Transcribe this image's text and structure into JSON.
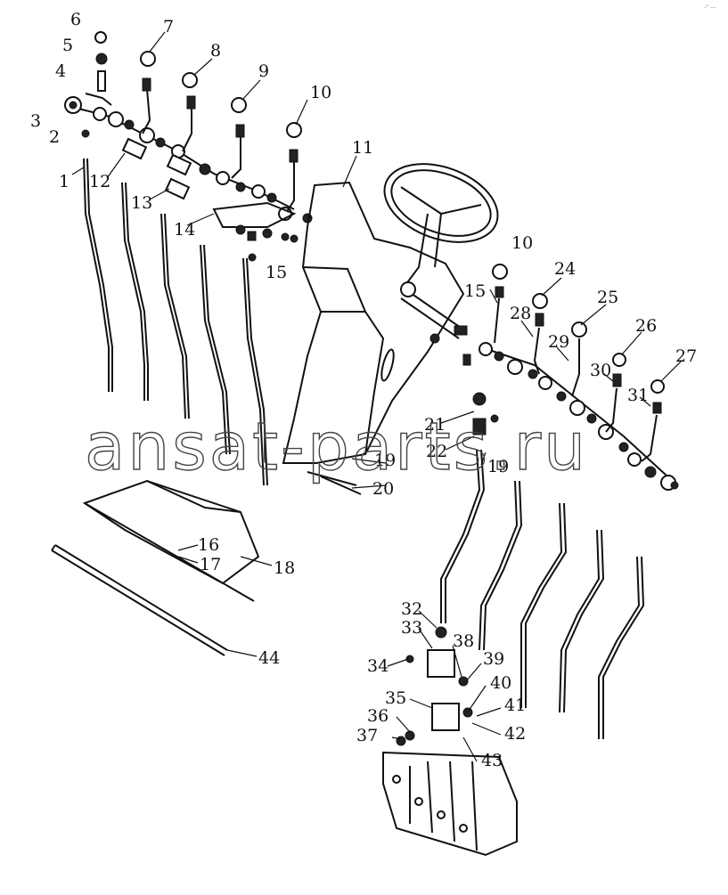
{
  "watermark": "ansat-parts.ru",
  "corner_mark": "-° ---",
  "callouts": [
    "1",
    "2",
    "3",
    "4",
    "5",
    "6",
    "7",
    "8",
    "9",
    "10",
    "11",
    "12",
    "13",
    "14",
    "15",
    "16",
    "17",
    "18",
    "19",
    "20",
    "21",
    "22",
    "24",
    "25",
    "26",
    "27",
    "28",
    "29",
    "30",
    "31",
    "32",
    "33",
    "34",
    "35",
    "36",
    "37",
    "38",
    "39",
    "40",
    "41",
    "42",
    "43",
    "44"
  ],
  "labels_right_group": {
    "10": "10",
    "15": "15",
    "19": "19"
  }
}
